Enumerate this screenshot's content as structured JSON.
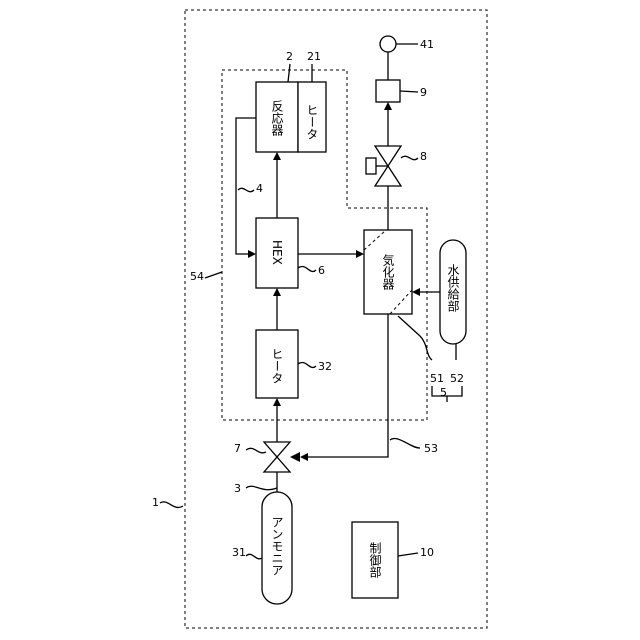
{
  "colors": {
    "line": "#000000",
    "background": "#ffffff"
  },
  "components": {
    "reactor": {
      "label": "反応器",
      "ref": "2"
    },
    "reactor_heater": {
      "label": "ヒータ",
      "ref": "21"
    },
    "hex": {
      "label": "HEX",
      "ref": "6"
    },
    "heater": {
      "label": "ヒータ",
      "ref": "32"
    },
    "vaporizer": {
      "label": "気化器"
    },
    "water_supply": {
      "label": "水供給部",
      "ref": "52"
    },
    "ammonia_tank": {
      "label": "アンモニア",
      "ref": "31"
    },
    "control_unit": {
      "label": "制御部",
      "ref": "10"
    },
    "valve_7": {
      "ref": "7"
    },
    "valve_8": {
      "ref": "8"
    },
    "box_9": {
      "ref": "9"
    },
    "outlet": {
      "ref": "41"
    }
  },
  "refs": {
    "system": "1",
    "line_3": "3",
    "line_4": "4",
    "group_5": "5",
    "vaporizer_part": "51",
    "line_53": "53",
    "region_54": "54"
  }
}
